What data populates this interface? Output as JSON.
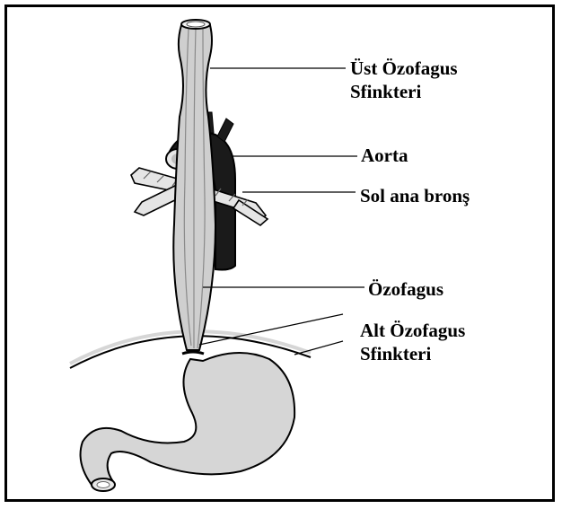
{
  "labels": {
    "upper_sphincter": [
      "Üst Özofagus",
      "Sfinkteri"
    ],
    "aorta": "Aorta",
    "left_bronchus": "Sol ana bronş",
    "esophagus": "Özofagus",
    "lower_sphincter": [
      "Alt Özofagus",
      "Sfinkteri"
    ]
  }
}
